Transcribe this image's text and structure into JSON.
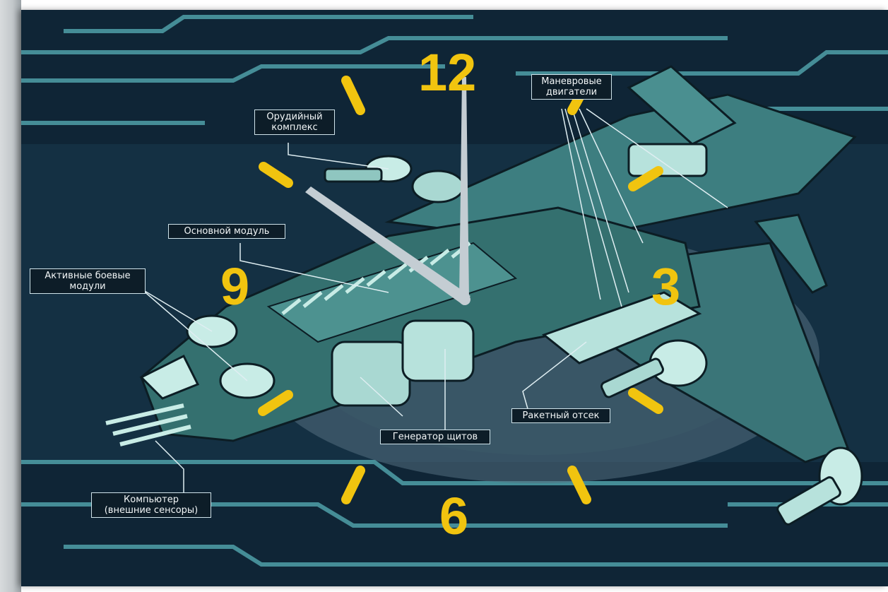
{
  "colors": {
    "background": "#0f2536",
    "circuit_lines": "#4fa0a8",
    "ship_hull": "#3d7e80",
    "ship_highlight": "#c8ece6",
    "clock_marks": "#f1c40f",
    "clock_hands": "#c4cdd3",
    "label_border": "#cfe3ea",
    "label_text": "#f2f6f7"
  },
  "clock": {
    "numerals": {
      "n12": "12",
      "n3": "3",
      "n6": "6",
      "n9": "9"
    },
    "hour_markers": 8,
    "hands": [
      "hour",
      "minute"
    ]
  },
  "labels": {
    "weapon_complex": "Орудийный\nкомплекс",
    "maneuver_engines": "Маневровые\nдвигатели",
    "main_module": "Основной модуль",
    "active_combat_modules": "Активные боевые\nмодули",
    "shield_generator": "Генератор щитов",
    "missile_bay": "Ракетный отсек",
    "computer_sensors": "Компьютер\n(внешние сенсоры)"
  },
  "icons": {
    "ship": "spaceship-illustration",
    "circuit": "circuit-lines-decoration"
  }
}
